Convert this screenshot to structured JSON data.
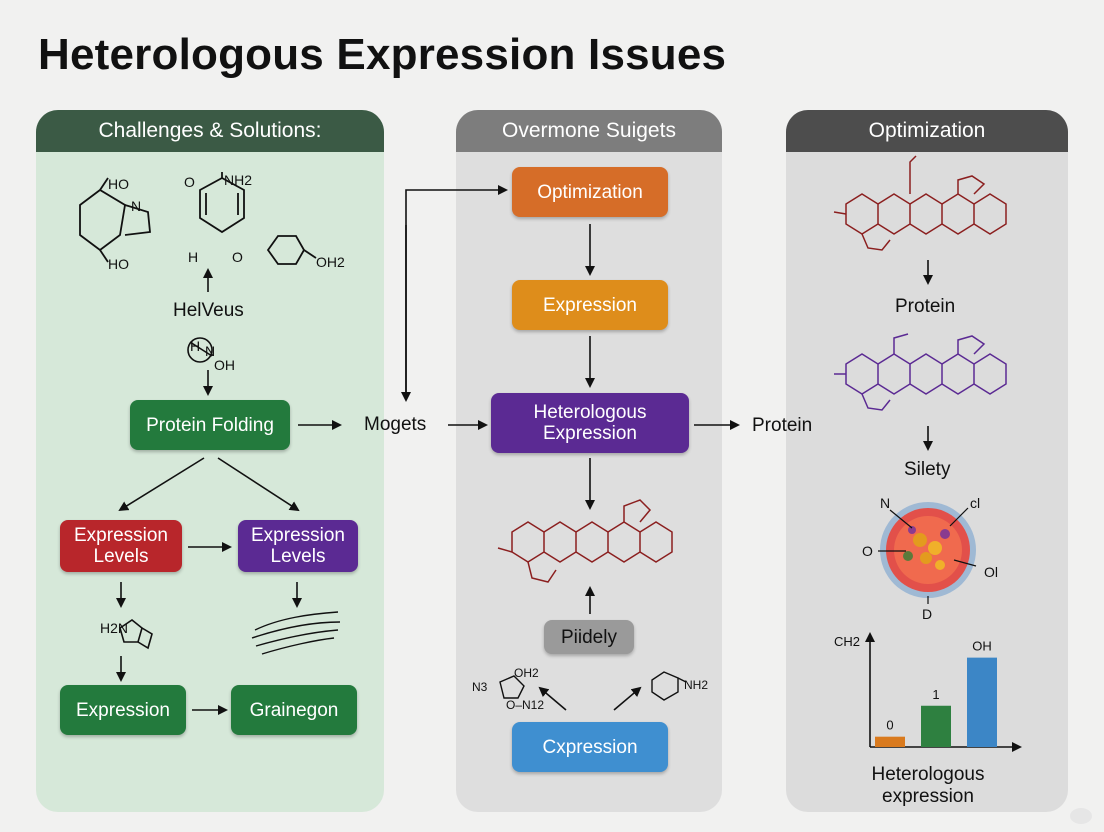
{
  "title": "Heterologous Expression Issues",
  "panels": {
    "left": {
      "heading": "Challenges & Solutions:",
      "helveus": "HelVeus",
      "mol_labels": {
        "ho1": "HO",
        "n1": "N",
        "ho2": "HO",
        "o1": "O",
        "nh2": "NH2",
        "h": "H",
        "o2": "O",
        "oh2": "OH2",
        "h2": "H",
        "n2": "N",
        "oh": "OH",
        "h2n": "H2N"
      },
      "protein_folding": "Protein Folding",
      "expression_levels_1": "Expression Levels",
      "expression_levels_2": "Expression Levels",
      "expression": "Expression",
      "grainegon": "Grainegon"
    },
    "middle": {
      "heading": "Overmone Suigets",
      "optimization": "Optimization",
      "expression": "Expression",
      "heterologous_expression": "Heterologous Expression",
      "piidely": "Piidely",
      "cxpression": "Cxpression",
      "mol_labels": {
        "n3": "N3",
        "oh2": "OH2",
        "on12": "O–N12",
        "nh2": "NH2"
      }
    },
    "right": {
      "heading": "Optimization",
      "protein": "Protein",
      "silety": "Silety",
      "cell_labels": {
        "n": "N",
        "cl": "cl",
        "o": "O",
        "ol": "Ol",
        "d": "D"
      },
      "chart_caption": "Heterologous expression"
    }
  },
  "between": {
    "mogets": "Mogets",
    "protein": "Protein"
  },
  "chart_data": {
    "type": "bar",
    "ylabel": "CH2",
    "xlabel": "Heterologous expression",
    "categories": [
      "",
      "",
      ""
    ],
    "values": [
      0.3,
      1.2,
      2.6
    ],
    "data_labels": [
      "0",
      "1",
      "OH"
    ],
    "colors": [
      "#d97a1e",
      "#2e8040",
      "#3c86c6"
    ],
    "ylim": [
      0,
      3.2
    ]
  },
  "colors": {
    "green": "#237a3d",
    "red": "#b8262b",
    "purple": "#5b2a93",
    "orange": "#d66d28",
    "amber": "#de8d1b",
    "gray": "#9a9a9a",
    "blue": "#3f8fd0"
  }
}
